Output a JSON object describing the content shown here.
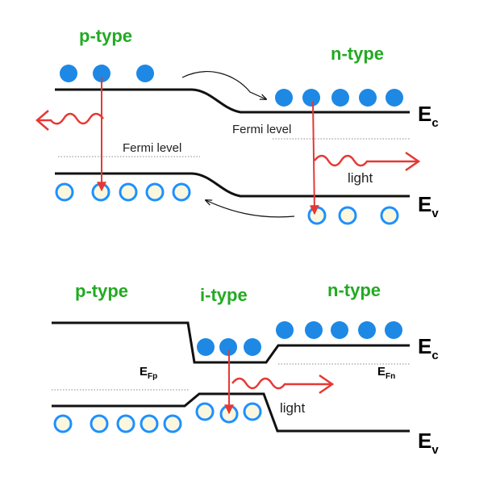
{
  "colors": {
    "label_green": "#22aa22",
    "electron": "#1e88e5",
    "hole_fill": "#fbf7df",
    "hole_stroke": "#1e90ff",
    "photon": "#e53935",
    "band": "#111111"
  },
  "top_diagram": {
    "p_label": "p-type",
    "n_label": "n-type",
    "fermi_left": "Fermi level",
    "fermi_right": "Fermi level",
    "light": "light",
    "ec_main": "E",
    "ec_sub": "c",
    "ev_main": "E",
    "ev_sub": "v"
  },
  "bottom_diagram": {
    "p_label": "p-type",
    "i_label": "i-type",
    "n_label": "n-type",
    "efp_main": "E",
    "efp_sub": "Fp",
    "efn_main": "E",
    "efn_sub": "Fn",
    "light": "light",
    "ec_main": "E",
    "ec_sub": "c",
    "ev_main": "E",
    "ev_sub": "v"
  },
  "icons": [
    "electron-dot",
    "hole-circle",
    "photon-wave-arrow",
    "transition-arrow"
  ]
}
